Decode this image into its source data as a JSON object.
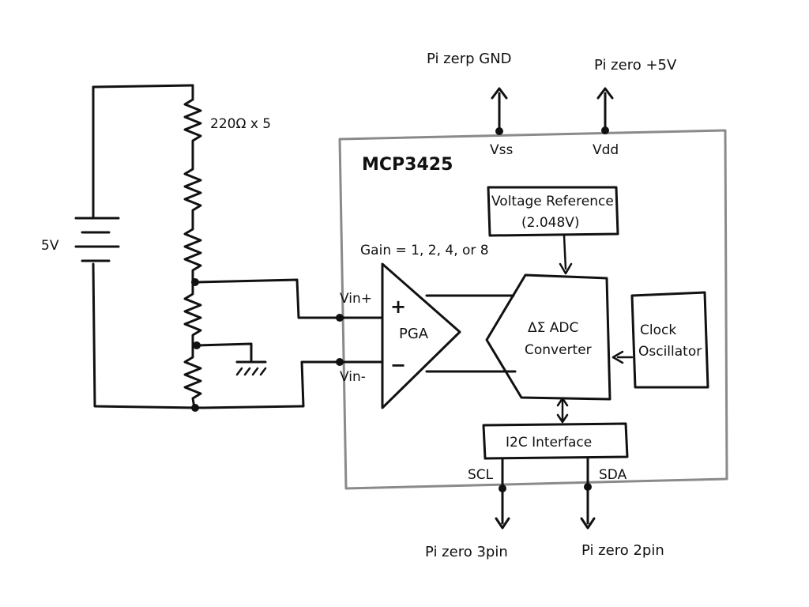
{
  "colors": {
    "ink": "#111111",
    "chip_outline": "#8a8a8a",
    "background": "#ffffff"
  },
  "power": {
    "gnd_label": "Pi zerp GND",
    "vcc_label": "Pi zero +5V",
    "vss_label": "Vss",
    "vdd_label": "Vdd"
  },
  "chip": {
    "name": "MCP3425"
  },
  "battery": {
    "label": "5V"
  },
  "resistors": {
    "label": "220Ω x 5"
  },
  "voltage_reference": {
    "line1": "Voltage Reference",
    "line2": "(2.048V)"
  },
  "pga": {
    "gain_label": "Gain = 1, 2, 4, or 8",
    "label": "PGA",
    "plus": "+",
    "minus": "−"
  },
  "inputs": {
    "vin_plus": "Vin+",
    "vin_minus": "Vin-"
  },
  "adc": {
    "line1": "ΔΣ ADC",
    "line2": "Converter"
  },
  "clock": {
    "line1": "Clock",
    "line2": "Oscillator"
  },
  "i2c": {
    "label": "I2C Interface",
    "scl_label": "SCL",
    "sda_label": "SDA",
    "scl_pin": "Pi zero 3pin",
    "sda_pin": "Pi zero 2pin"
  }
}
